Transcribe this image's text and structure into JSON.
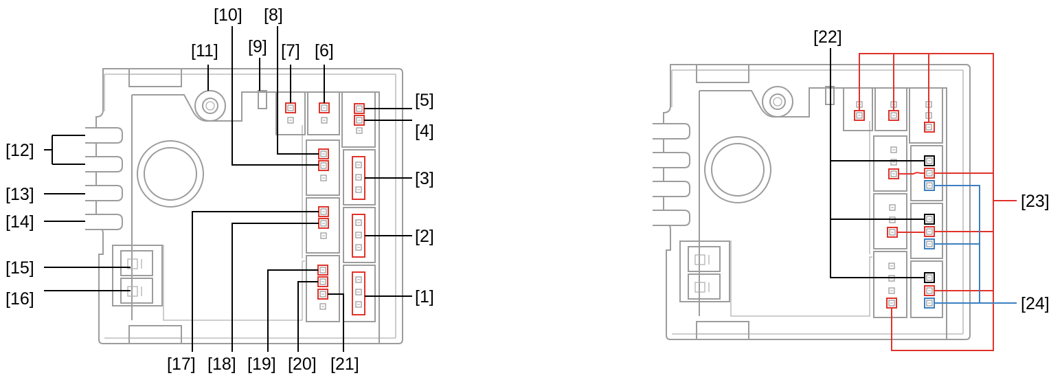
{
  "left_view": {
    "labels": {
      "l1": "[1]",
      "l2": "[2]",
      "l3": "[3]",
      "l4": "[4]",
      "l5": "[5]",
      "l6": "[6]",
      "l7": "[7]",
      "l8": "[8]",
      "l9": "[9]",
      "l10": "[10]",
      "l11": "[11]",
      "l12": "[12]",
      "l13": "[13]",
      "l14": "[14]",
      "l15": "[15]",
      "l16": "[16]",
      "l17": "[17]",
      "l18": "[18]",
      "l19": "[19]",
      "l20": "[20]",
      "l21": "[21]"
    }
  },
  "right_view": {
    "labels": {
      "l22": "[22]",
      "l23": "[23]",
      "l24": "[24]"
    }
  },
  "colors": {
    "highlight_red": "#e0322a",
    "highlight_blue": "#3a7fc0",
    "body_gray": "#9c9c9c",
    "leader_black": "#000000"
  }
}
